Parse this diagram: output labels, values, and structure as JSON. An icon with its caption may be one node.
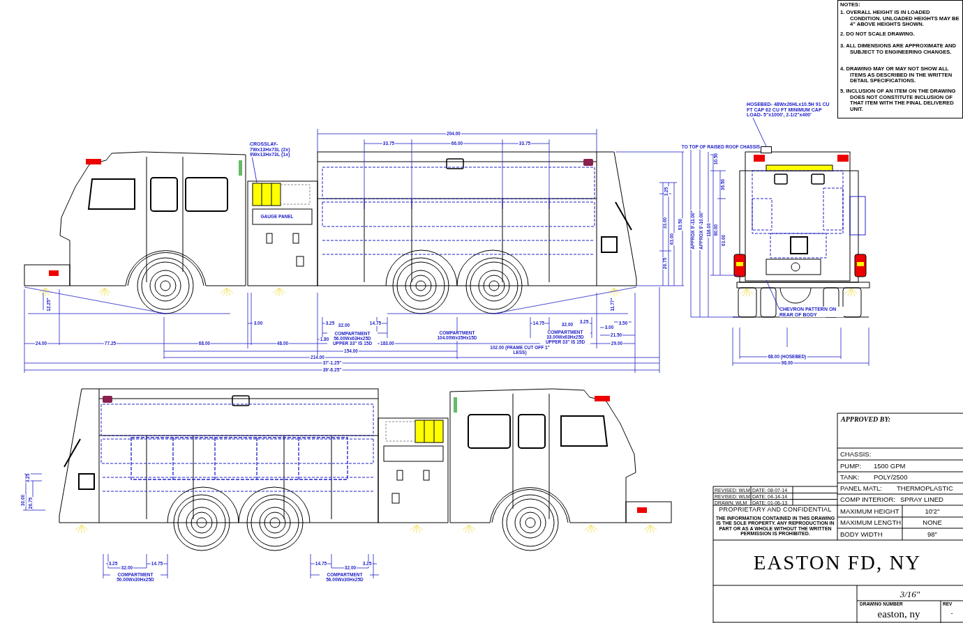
{
  "diagram": {
    "nodes": [
      {
        "text": [
          "CROSSLAY- 7Wx13Hx73L (2x) 9Wx13Hx73L (1x)"
        ]
      },
      {
        "text": [
          "HOSEBED- 48Wx26HLx10.5H 91 CU FT CAP 62 CU FT MINIMUM CAP LOAD- 5\"x1000', 2-1/2\"x400'"
        ]
      },
      {
        "text": [
          "CHEVRON PATTERN ON REAR OF BODY"
        ]
      },
      {
        "text": [],
        "shape": "box"
      }
    ],
    "edges": [
      {
        "from": 0,
        "to": null,
        "arrow": "none"
      },
      {
        "from": 1,
        "to": 3,
        "arrow": "none"
      },
      {
        "from": 2,
        "to": null,
        "arrow": "none"
      }
    ],
    "labels": [
      "NOTES:",
      "1. OVERALL HEIGHT IS IN LOADED CONDITION. UNLOADED HEIGHTS MAY BE 4\" ABOVE HEIGHTS SHOWN.",
      "2. DO NOT SCALE DRAWING.",
      "3. ALL DIMENSIONS ARE APPROXIMATE AND SUBJECT TO ENGINEERING CHANGES.",
      "4. DRAWING MAY OR MAY NOT SHOW ALL ITEMS AS DESCRIBED IN THE WRITTEN DETAIL SPECIFICATIONS.",
      "5. INCLUSION OF AN ITEM ON THE DRAWING DOES NOT CONSTITUTE INCLUSION OF THAT ITEM WITH THE FINAL DELIVERED UNIT.",
      "GAUGE PANEL",
      "204.00",
      "33.75",
      "66.00",
      "33.75",
      "3.25",
      "33.00",
      "63.00",
      "26.75",
      "93.50",
      "12.25\"",
      "11.77\"",
      "3.00",
      "3.25",
      "32.00",
      "14.75",
      "COMPARTMENT 56.00Wx63Hx25D UPPER 33\" IS 15D",
      "1.80",
      "COMPARTMENT 104.00Wx35Hx15D",
      "14.75",
      "32.00",
      "3.25",
      "COMPARTMENT 33.00Wx63Hx25D UPPER 33\" IS 15D",
      "3.00",
      "3.50",
      "21.50",
      "24.00",
      "77.25",
      "68.00",
      "48.00",
      "183.00",
      "102.00 (FRAME CUT OFF 1\" LESS)",
      "29.00",
      "154.00",
      "214.00",
      "37'-1.25\"",
      "39'-6.25\"",
      "TO TOP OF RAISED ROOF CHASSIS",
      "APPROX 9'-11.00\"",
      "APPROX 9'-10.00\"",
      "118.00",
      "10.50",
      "36.50",
      "80.00",
      "63.00",
      "68.00 (HOSEBED)",
      "98.00",
      "3.25",
      "30.00",
      "26.75",
      "3.25",
      "32.00",
      "14.75",
      "COMPARTMENT 50.00Wx30Hx25D",
      "14.75",
      "32.00",
      "3.25",
      "COMPARTMENT 56.00Wx30Hx25D",
      "REVISED: WLM",
      "DATE: 08-07-14",
      "REVISED: WLM",
      "DATE: 04-14-14",
      "DRAWN: WLM",
      "DATE: 01-06-13",
      "PROPRIETARY AND CONFIDENTIAL",
      "THE INFORMATION CONTAINED IN THIS DRAWING IS THE SOLE PROPERTY. ANY REPRODUCTION IN PART OR AS A WHOLE WITHOUT THE WRITTEN PERMISSION IS PROHIBITED.",
      "APPROVED BY:",
      "CHASSIS:",
      "PUMP:",
      "1500 GPM",
      "TANK:",
      "POLY/2500",
      "PANEL MATL:",
      "THERMOPLASTIC",
      "COMP INTERIOR:",
      "SPRAY LINED",
      "MAXIMUM HEIGHT",
      "10'2\"",
      "MAXIMUM LENGTH",
      "NONE",
      "BODY WIDTH",
      "98\"",
      "EASTON FD, NY",
      "3/16\"",
      "DRAWING NUMBER",
      "easton, ny",
      "REV",
      "-"
    ]
  }
}
